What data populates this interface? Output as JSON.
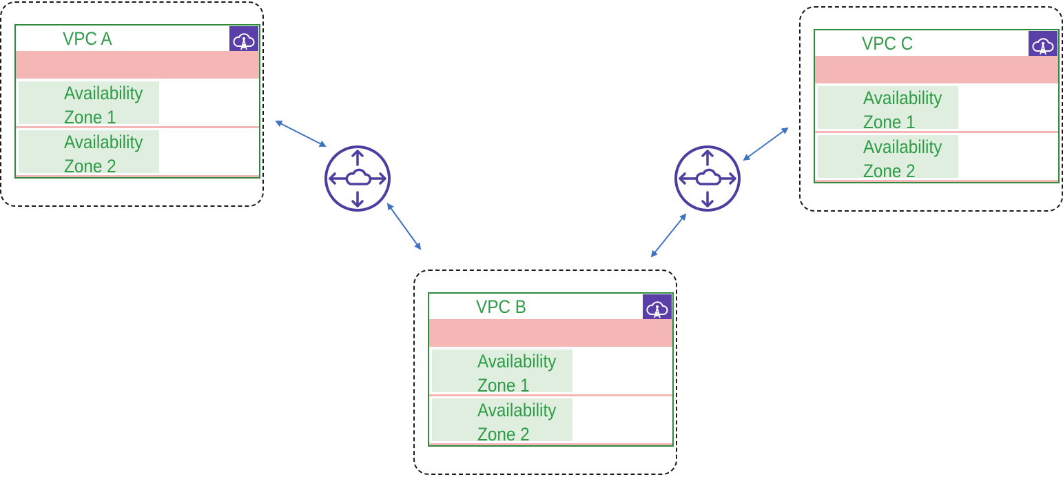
{
  "colors": {
    "vpc_border": "#2e8b3e",
    "label_green": "#2e9b47",
    "zone_fill": "#dfeedf",
    "subnet_band": "#f5b6b6",
    "icon_purple": "#5a3fa8",
    "router_purple": "#4d3ea0",
    "arrow_blue": "#3f73c1"
  },
  "vpcs": [
    {
      "title": "VPC A",
      "zones": [
        {
          "line1": "Availability",
          "line2": "Zone 1"
        },
        {
          "line1": "Availability",
          "line2": "Zone 2"
        }
      ]
    },
    {
      "title": "VPC B",
      "zones": [
        {
          "line1": "Availability",
          "line2": "Zone 1"
        },
        {
          "line1": "Availability",
          "line2": "Zone 2"
        }
      ]
    },
    {
      "title": "VPC C",
      "zones": [
        {
          "line1": "Availability",
          "line2": "Zone 1"
        },
        {
          "line1": "Availability",
          "line2": "Zone 2"
        }
      ]
    }
  ],
  "icons": {
    "vpc": "cloud-tower-icon",
    "router": "router-cloud-icon",
    "link": "double-arrow-icon"
  }
}
